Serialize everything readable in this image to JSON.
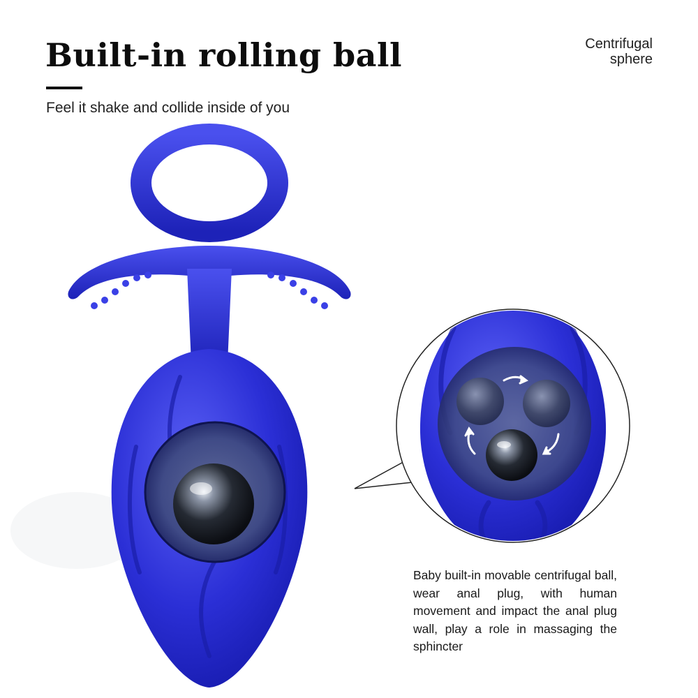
{
  "headline": "Built-in rolling ball",
  "subheadline": "Feel it shake and collide inside of you",
  "corner_label": {
    "line1": "Centrifugal",
    "line2": "sphere"
  },
  "description": "Baby built-in movable centrifugal ball, wear anal plug, with human movement and impact the anal plug wall, play a role in massaging the sphincter",
  "colors": {
    "product_blue": "#2b2fd6",
    "product_blue_dark": "#1418a8",
    "product_blue_light": "#4f55f0",
    "ball_metal": "#2a2f38",
    "text": "#111111"
  },
  "icons": {
    "rotation_arrows": "circular-arrows-icon",
    "metal_ball": "metal-ball-icon"
  }
}
